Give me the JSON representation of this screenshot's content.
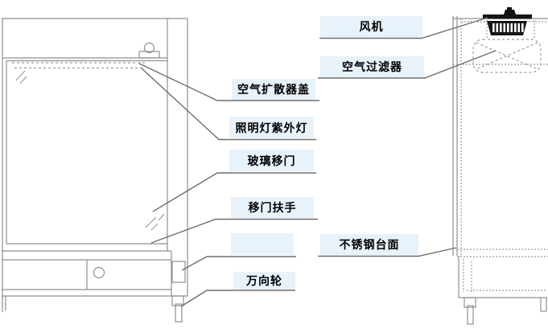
{
  "diagram": {
    "description": "clean-bench-technical-diagram",
    "labels": [
      {
        "id": "fan",
        "text": "风机"
      },
      {
        "id": "air-filter",
        "text": "空气过滤器"
      },
      {
        "id": "air-diffuser-cover",
        "text": "空气扩散器盖"
      },
      {
        "id": "lighting-uv-lamp",
        "text": "照明灯紫外灯"
      },
      {
        "id": "glass-sliding-door",
        "text": "玻璃移门"
      },
      {
        "id": "door-handle",
        "text": "移门扶手"
      },
      {
        "id": "blank",
        "text": ""
      },
      {
        "id": "stainless-steel-top",
        "text": "不锈钢台面"
      },
      {
        "id": "caster",
        "text": "万向轮"
      }
    ],
    "colors": {
      "label_bg": "#e8f2fb",
      "drawing_line": "#8f8f8f",
      "callout_line": "#6e6e6e",
      "fan_black": "#141414",
      "text": "#000000"
    }
  }
}
